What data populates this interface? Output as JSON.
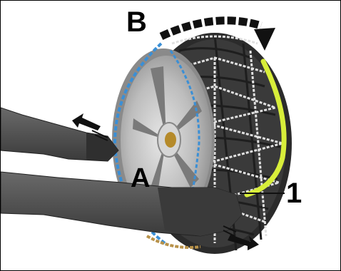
{
  "diagram": {
    "labels": {
      "b": "B",
      "a": "A",
      "one": "1"
    },
    "colors": {
      "tire": "#2b2b2b",
      "tread": "#4a4a4a",
      "rim": "#c8c8c8",
      "rim_dark": "#9a9a9a",
      "chain": "#d9d9d9",
      "chain_blue": "#3a8fd6",
      "chain_gold": "#b8924a",
      "highlight": "#d8ee3a",
      "glove": "#4a4a4a",
      "glove_dark": "#2f2f2f",
      "arrow": "#111111"
    },
    "icons": [
      "rotation-arrow-icon",
      "pull-arrow-icon",
      "push-arrow-icon"
    ]
  }
}
